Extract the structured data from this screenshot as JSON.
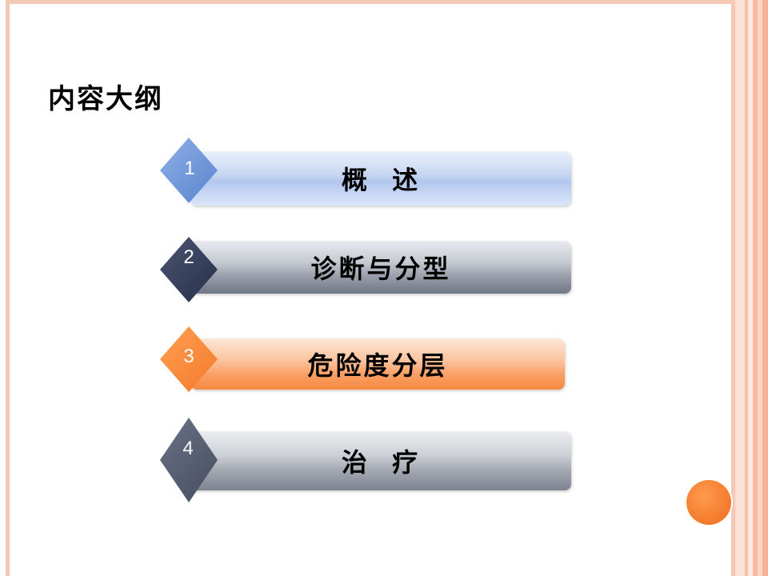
{
  "slide": {
    "title": "内容大纲"
  },
  "outline": {
    "items": [
      {
        "number": "1",
        "label": "概  述",
        "color": "#b2c7ee",
        "marker_color": "#6f93d8"
      },
      {
        "number": "2",
        "label": "诊断与分型",
        "color": "#9ca2ad",
        "marker_color": "#323b55"
      },
      {
        "number": "3",
        "label": "危险度分层",
        "color": "#f9a066",
        "marker_color": "#f47a2c"
      },
      {
        "number": "4",
        "label": "治  疗",
        "color": "#a4a9b2",
        "marker_color": "#555c6e"
      }
    ]
  },
  "theme": {
    "frame_color": "#f5c8b6",
    "accent_circle_color": "#f47a2c"
  }
}
